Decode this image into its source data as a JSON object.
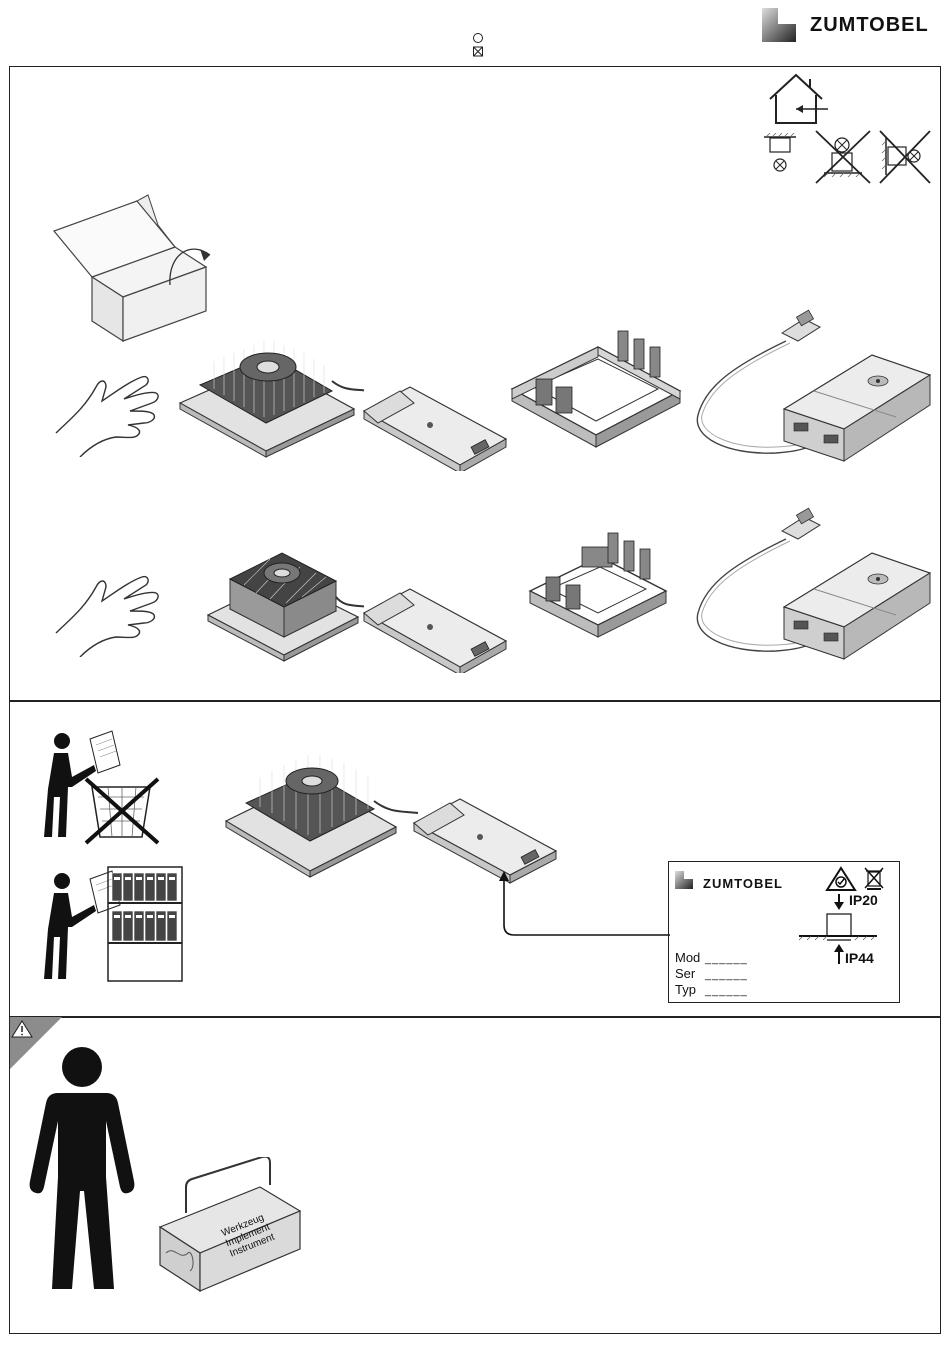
{
  "header": {
    "brand": "ZUMTOBEL",
    "symbols": [
      "circle-symbol",
      "crossed-circle-symbol"
    ]
  },
  "panel1": {
    "icons": [
      "indoor-house-icon",
      "ceiling-mount-allowed-icon",
      "ceiling-mount-prohibited-icon",
      "wall-mount-prohibited-icon",
      "open-box-icon",
      "hand-icon"
    ],
    "rows": 2
  },
  "panel2": {
    "label": {
      "brand": "ZUMTOBEL",
      "ip_top": "IP20",
      "ip_bottom": "IP44",
      "fields": [
        {
          "name": "Mod",
          "value": "______"
        },
        {
          "name": "Ser",
          "value": "______"
        },
        {
          "name": "Typ",
          "value": "______"
        }
      ]
    }
  },
  "panel3": {
    "toolbox_text": [
      "Werkzeug",
      "Implement",
      "Instrument"
    ]
  }
}
